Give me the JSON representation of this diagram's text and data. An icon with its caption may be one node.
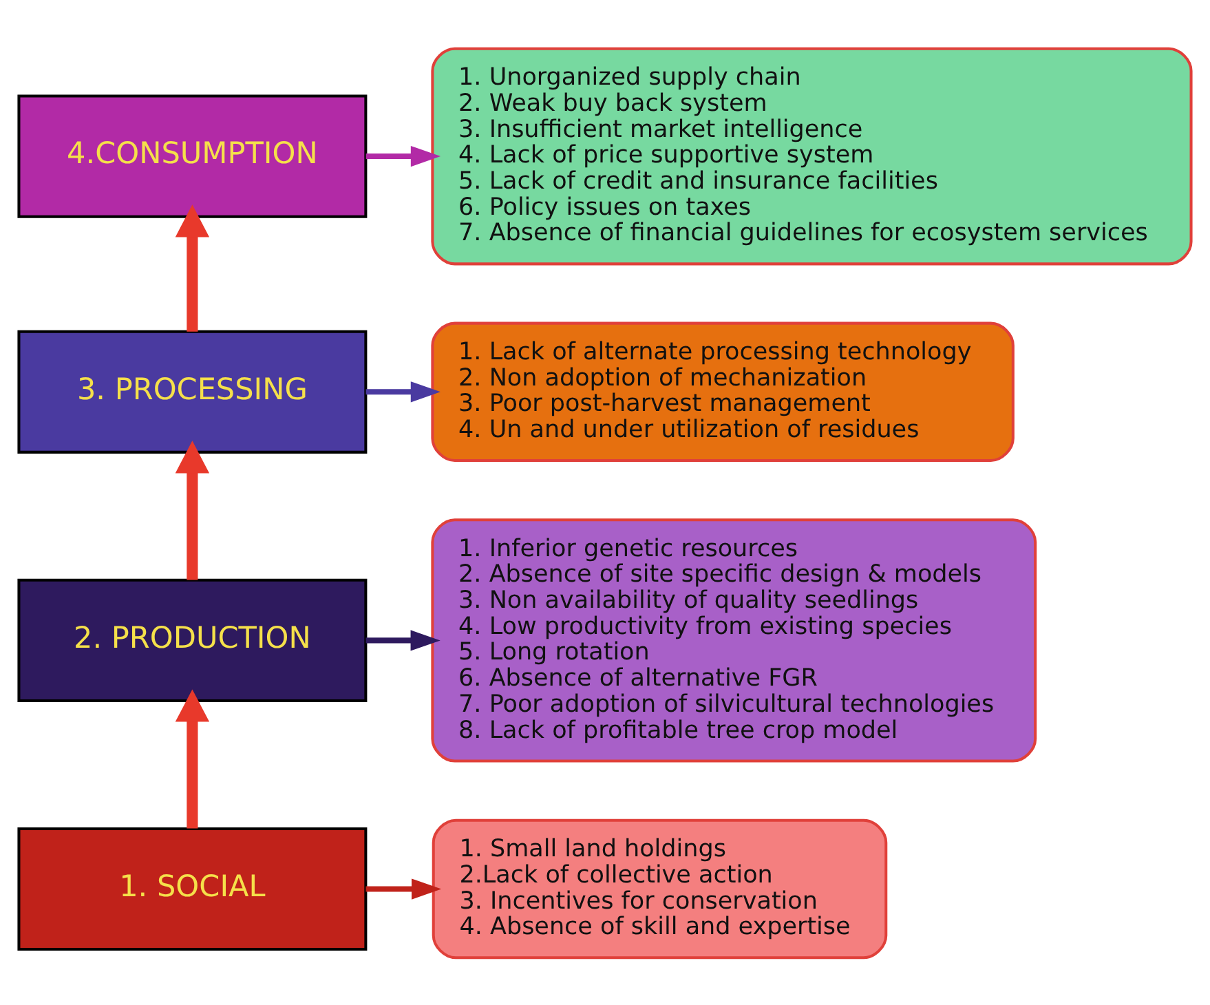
{
  "diagram": {
    "nodes": [
      {
        "text": [
          "4.CONSUMPTION"
        ]
      },
      {
        "text": [
          "1. Unorganized supply chain",
          "2. Weak buy back system",
          "3. Insufficient market intelligence",
          "4. Lack of price supportive system",
          "5. Lack of credit and insurance facilities",
          "6. Policy issues on taxes",
          "7. Absence of financial guidelines for ecosystem services"
        ]
      },
      {
        "text": [
          "3. PROCESSING"
        ]
      },
      {
        "text": [
          "1. Lack of alternate processing technology",
          "2. Non adoption of mechanization",
          "3. Poor post-harvest management",
          "4. Un and under utilization of residues"
        ]
      },
      {
        "text": [
          "2. PRODUCTION"
        ]
      },
      {
        "text": [
          "1. Inferior genetic resources",
          "2. Absence of site specific design & models",
          "3. Non availability of quality seedlings",
          "4. Low productivity from existing species",
          "5. Long rotation",
          "6. Absence of alternative FGR",
          "7. Poor adoption of silvicultural technologies",
          "8. Lack of profitable tree crop model"
        ]
      },
      {
        "text": [
          "1. SOCIAL"
        ]
      },
      {
        "text": [
          "1. Small land holdings",
          "2.Lack of collective action",
          "3. Incentives for conservation",
          "4. Absence of skill and expertise"
        ]
      }
    ],
    "edges": [
      {
        "from": 6,
        "to": 4,
        "arrow": "to",
        "style": "thick",
        "color": "#e8392b"
      },
      {
        "from": 4,
        "to": 2,
        "arrow": "to",
        "style": "thick",
        "color": "#e8392b"
      },
      {
        "from": 2,
        "to": 0,
        "arrow": "to",
        "style": "thick",
        "color": "#e8392b"
      },
      {
        "from": 0,
        "to": 1,
        "arrow": "to",
        "color": "#b22aa6"
      },
      {
        "from": 2,
        "to": 3,
        "arrow": "to",
        "color": "#4a3aa0"
      },
      {
        "from": 4,
        "to": 5,
        "arrow": "to",
        "color": "#2e1a5e"
      },
      {
        "from": 6,
        "to": 7,
        "arrow": "to",
        "color": "#c0221a"
      }
    ]
  }
}
